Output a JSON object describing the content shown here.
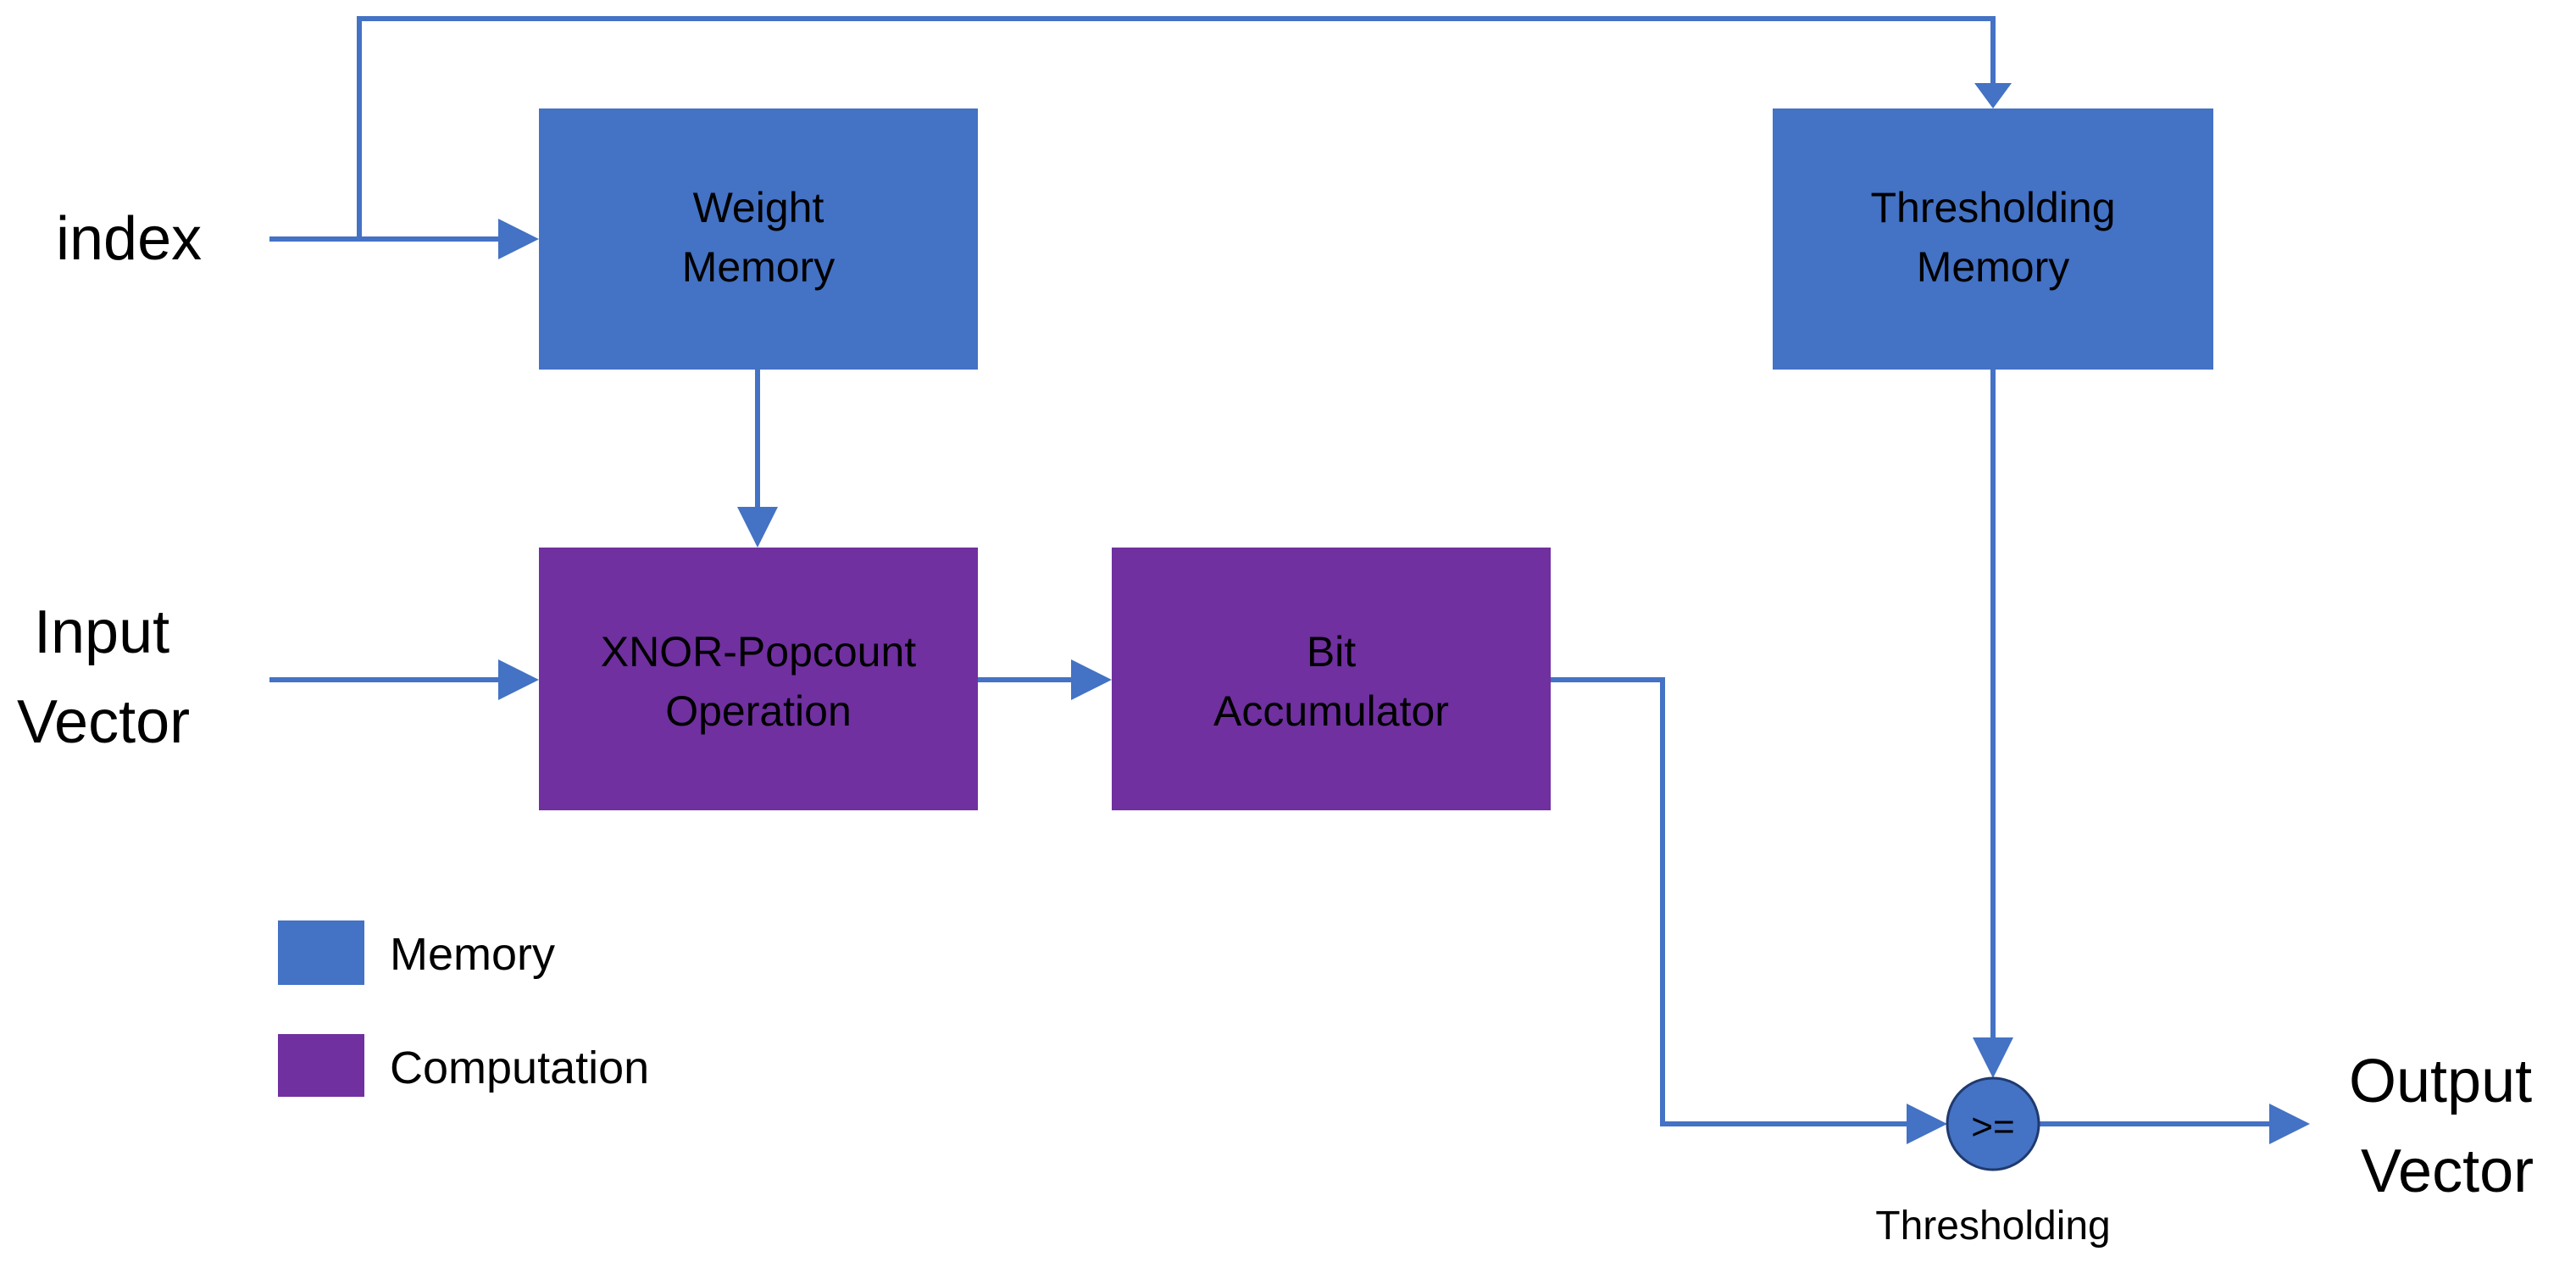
{
  "colors": {
    "memory": "#4472c4",
    "computation": "#7030a0",
    "wire": "#4472c4",
    "block_text": "#000000",
    "label_text": "#000000"
  },
  "inputs": {
    "index": "index",
    "input_vector_line1": "Input",
    "input_vector_line2": "Vector"
  },
  "blocks": {
    "weight_memory": {
      "line1": "Weight",
      "line2": "Memory",
      "kind": "memory"
    },
    "thresholding_memory": {
      "line1": "Thresholding",
      "line2": "Memory",
      "kind": "memory"
    },
    "xnor_popcount": {
      "line1": "XNOR-Popcount",
      "line2": "Operation",
      "kind": "computation"
    },
    "bit_accumulator": {
      "line1": "Bit",
      "line2": "Accumulator",
      "kind": "computation"
    }
  },
  "comparator": {
    "symbol": ">=",
    "caption": "Thresholding"
  },
  "output": {
    "line1": "Output",
    "line2": "Vector"
  },
  "legend": [
    {
      "label": "Memory",
      "kind": "memory"
    },
    {
      "label": "Computation",
      "kind": "computation"
    }
  ]
}
